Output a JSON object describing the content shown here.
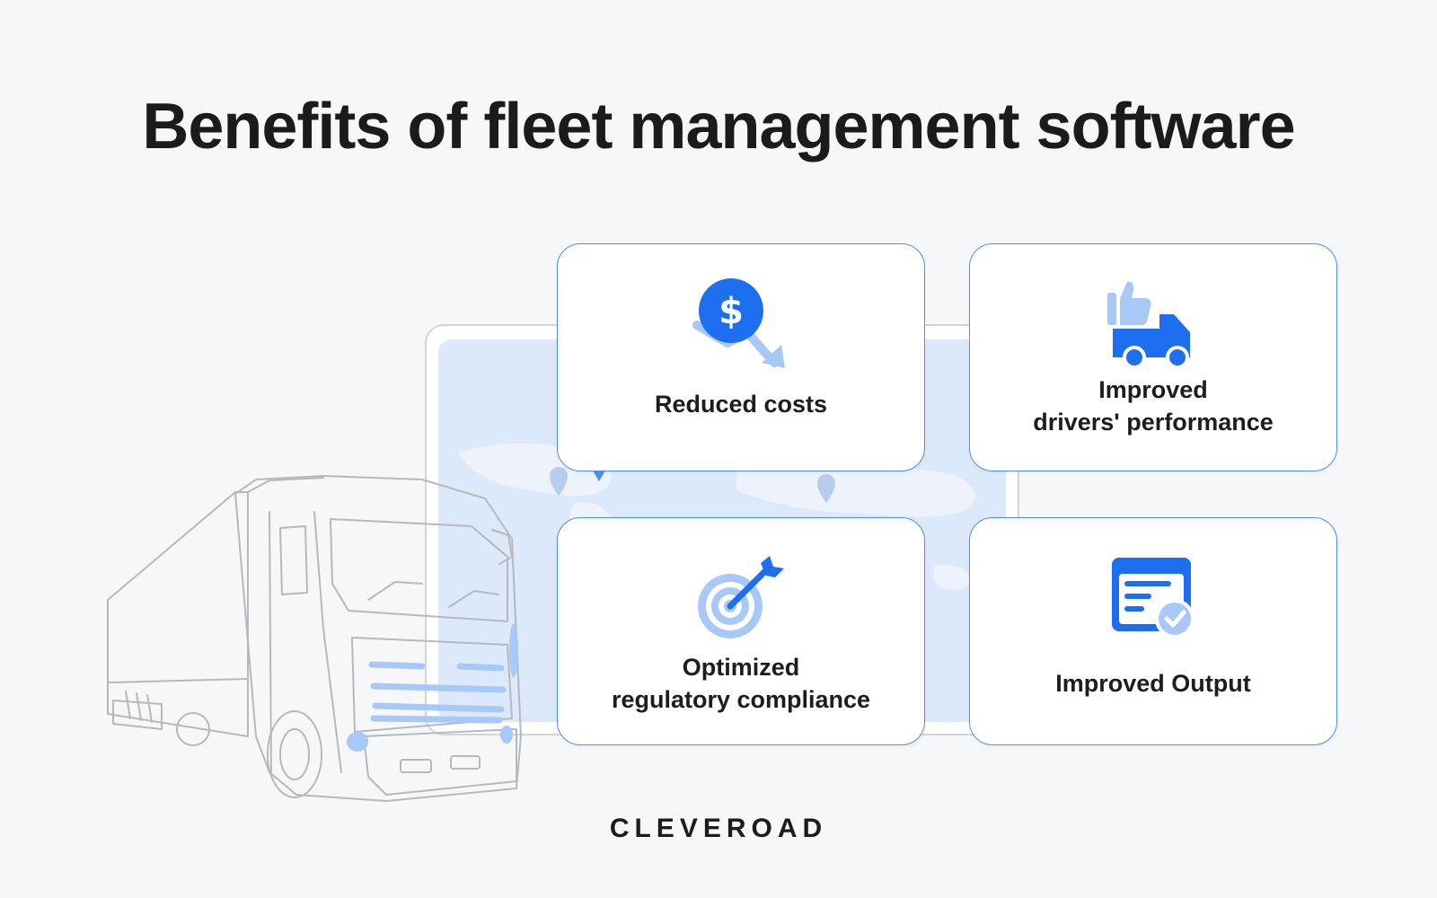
{
  "title": "Benefits of fleet management software",
  "cards": [
    {
      "lines": [
        "Reduced costs"
      ],
      "icon": "dollar-down-icon"
    },
    {
      "lines": [
        "Improved",
        "drivers' performance"
      ],
      "icon": "thumbs-up-truck-icon"
    },
    {
      "lines": [
        "Optimized",
        "regulatory compliance"
      ],
      "icon": "target-arrow-icon"
    },
    {
      "lines": [
        "Improved Output"
      ],
      "icon": "report-check-icon"
    }
  ],
  "brand": "CLEVEROAD",
  "colors": {
    "accent": "#1e6ff0",
    "accent_light": "#a8c8f8",
    "card_border": "#4a8ff0",
    "background": "#f6f7f9",
    "map_fill": "#dce9fb"
  }
}
